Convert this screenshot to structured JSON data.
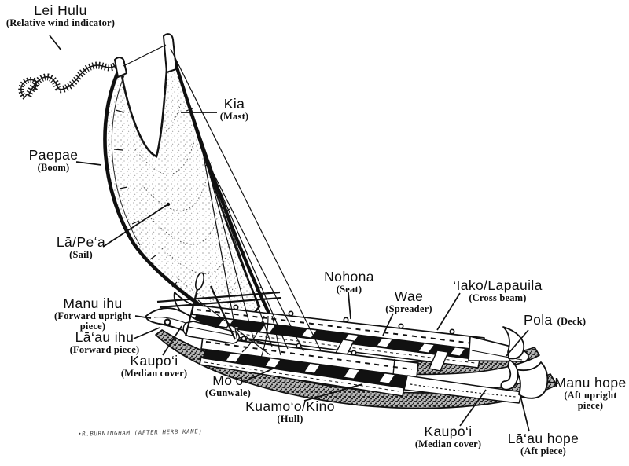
{
  "figure": {
    "subject": "Labeled diagram of a Hawaiian double-hulled sailing canoe"
  },
  "labels": {
    "lei_hulu": {
      "term": "Lei Hulu",
      "en": "(Relative wind indicator)"
    },
    "kia": {
      "term": "Kia",
      "en": "(Mast)"
    },
    "paepae": {
      "term": "Paepae",
      "en": "(Boom)"
    },
    "la_pea": {
      "term": "Lā/Pe‘a",
      "en": "(Sail)"
    },
    "nohona": {
      "term": "Nohona",
      "en": "(Seat)"
    },
    "wae": {
      "term": "Wae",
      "en": "(Spreader)"
    },
    "iako_lapauila": {
      "term": "‘Iako/Lapauila",
      "en": "(Cross beam)"
    },
    "pola": {
      "term": "Pola",
      "en": "(Deck)"
    },
    "manu_ihu": {
      "term": "Manu ihu",
      "en": "(Forward upright piece)"
    },
    "laau_ihu": {
      "term": "Lā‘au ihu",
      "en": "(Forward piece)"
    },
    "kaupoi_fwd": {
      "term": "Kaupo‘i",
      "en": "(Median cover)"
    },
    "moo": {
      "term": "Mo‘o",
      "en": "(Gunwale)"
    },
    "kuamoo_kino": {
      "term": "Kuamo‘o/Kino",
      "en": "(Hull)"
    },
    "manu_hope": {
      "term": "Manu hope",
      "en": "(Aft upright piece)"
    },
    "kaupoi_aft": {
      "term": "Kaupo‘i",
      "en": "(Median cover)"
    },
    "laau_hope": {
      "term": "Lā‘au hope",
      "en": "(Aft piece)"
    }
  },
  "credit": "•R.BURNINGHAM (AFTER HERB KANE)",
  "colors": {
    "ink": "#111111",
    "paper": "#ffffff"
  }
}
